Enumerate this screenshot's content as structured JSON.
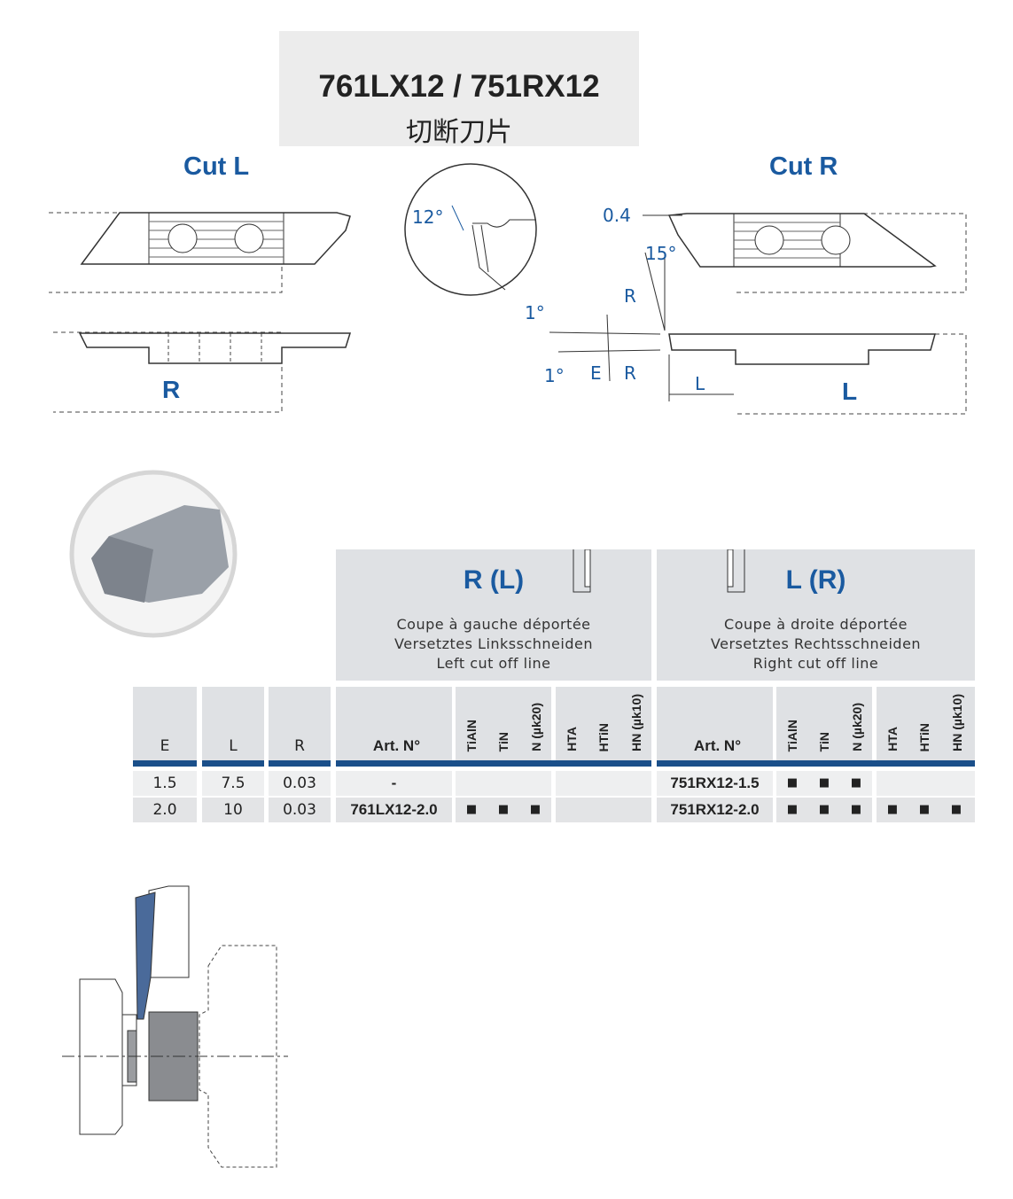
{
  "header": {
    "title": "761LX12 / 751RX12",
    "subtitle": "切断刀片"
  },
  "drawings": {
    "cut_l": {
      "label": "Cut L",
      "side_label": "R"
    },
    "cut_r": {
      "label": "Cut R",
      "side_label": "L"
    },
    "detail_angle": "12°",
    "dims": {
      "offset": "0.4",
      "angle_15": "15°",
      "radius_top": "R",
      "radius_bottom": "R",
      "angle_1_top": "1°",
      "angle_1_bottom": "1°",
      "e": "E",
      "l": "L"
    }
  },
  "groups": [
    {
      "title": "R (L)",
      "desc": [
        "Coupe à gauche déportée",
        "Versetztes Linksschneiden",
        "Left cut off line"
      ]
    },
    {
      "title": "L (R)",
      "desc": [
        "Coupe à droite déportée",
        "Versetztes Rechtsschneiden",
        "Right cut off line"
      ]
    }
  ],
  "table": {
    "headers": {
      "e": "E",
      "l": "L",
      "r": "R",
      "art": "Art. N°",
      "coatings": [
        "TiAlN",
        "TiN",
        "N (µk20)",
        "HTA",
        "HTiN",
        "HN (µk10)"
      ]
    },
    "rows": [
      {
        "e": "1.5",
        "l": "7.5",
        "r": "0.03",
        "left_art": "-",
        "left_marks": [
          "",
          "",
          "",
          "",
          "",
          ""
        ],
        "right_art": "751RX12-1.5",
        "right_marks": [
          "■",
          "■",
          "■",
          "",
          "",
          ""
        ]
      },
      {
        "e": "2.0",
        "l": "10",
        "r": "0.03",
        "left_art": "761LX12-2.0",
        "left_marks": [
          "■",
          "■",
          "■",
          "",
          "",
          ""
        ],
        "right_art": "751RX12-2.0",
        "right_marks": [
          "■",
          "■",
          "■",
          "■",
          "■",
          "■"
        ]
      }
    ]
  },
  "colors": {
    "accent": "#1a5aa0",
    "header_bg": "#dfe1e4",
    "rule": "#1a4f8a"
  }
}
